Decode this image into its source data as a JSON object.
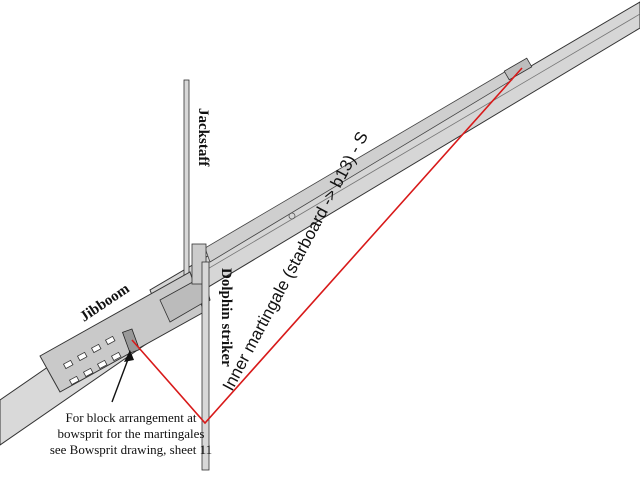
{
  "labels": {
    "jackstaff": "Jackstaff",
    "jibboom": "Jibboom",
    "dolphin_striker": "Dolphin striker",
    "inner_martingale": "Inner martingale (starboard -> b13) - S"
  },
  "note": {
    "line1": "For block arrangement at",
    "line2": "bowsprit for the martingales",
    "line3": "see Bowsprit drawing, sheet 11"
  },
  "colors": {
    "martingale": "#d81a1a",
    "spar_fill": "#d9d9d9",
    "outline": "#333333"
  }
}
